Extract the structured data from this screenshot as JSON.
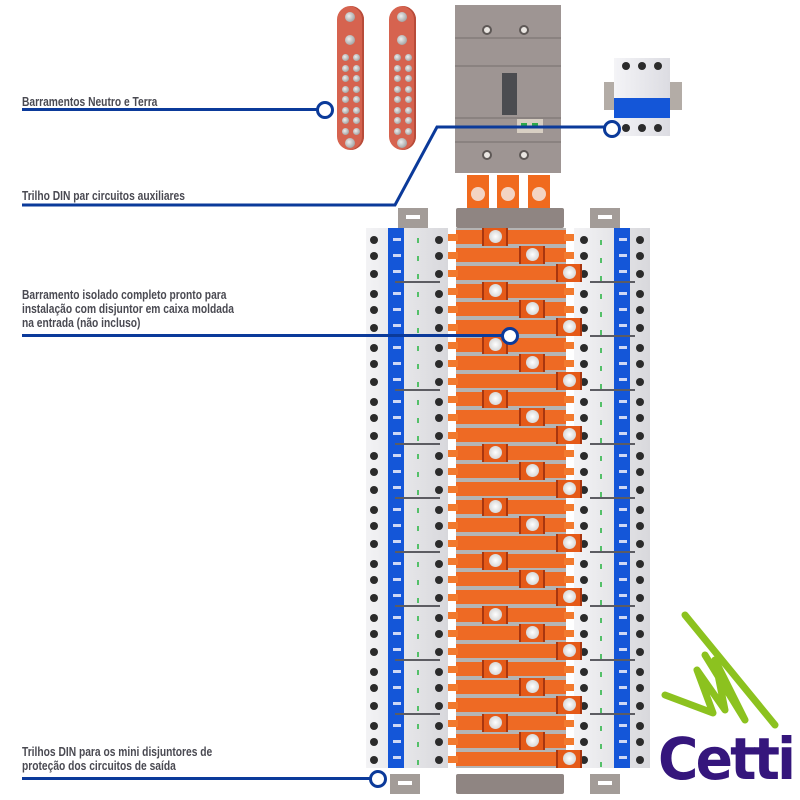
{
  "diagram": {
    "subject": "Quadro de distribuição com barramento isolado",
    "callouts": [
      {
        "id": "neutral-earth",
        "label": "Barramentos Neutro e Terra"
      },
      {
        "id": "aux-din",
        "label": "Trilho DIN par circuitos auxiliares"
      },
      {
        "id": "busbar",
        "lines": [
          "Barramento isolado completo pronto para",
          "instalação com disjuntor em caixa moldada",
          "na entrada (não incluso)"
        ]
      },
      {
        "id": "output-din",
        "lines": [
          "Trilhos DIN para os mini disjuntores de",
          "proteção dos circuitos de saída"
        ]
      }
    ],
    "components": {
      "neutral_earth_bars": 2,
      "mccb_poles": 3,
      "aux_breaker_poles": 3,
      "breaker_rows": 10,
      "bus_bars_per_row_group": 3
    },
    "colors": {
      "callout_line": "#0b3a9a",
      "callout_text": "#4a4a52",
      "busbar": "#ee6a24",
      "breaker_blue": "#1456d8",
      "logo_green": "#8cc21f",
      "logo_purple": "#35167c"
    }
  },
  "brand": {
    "name": "Cetti"
  }
}
